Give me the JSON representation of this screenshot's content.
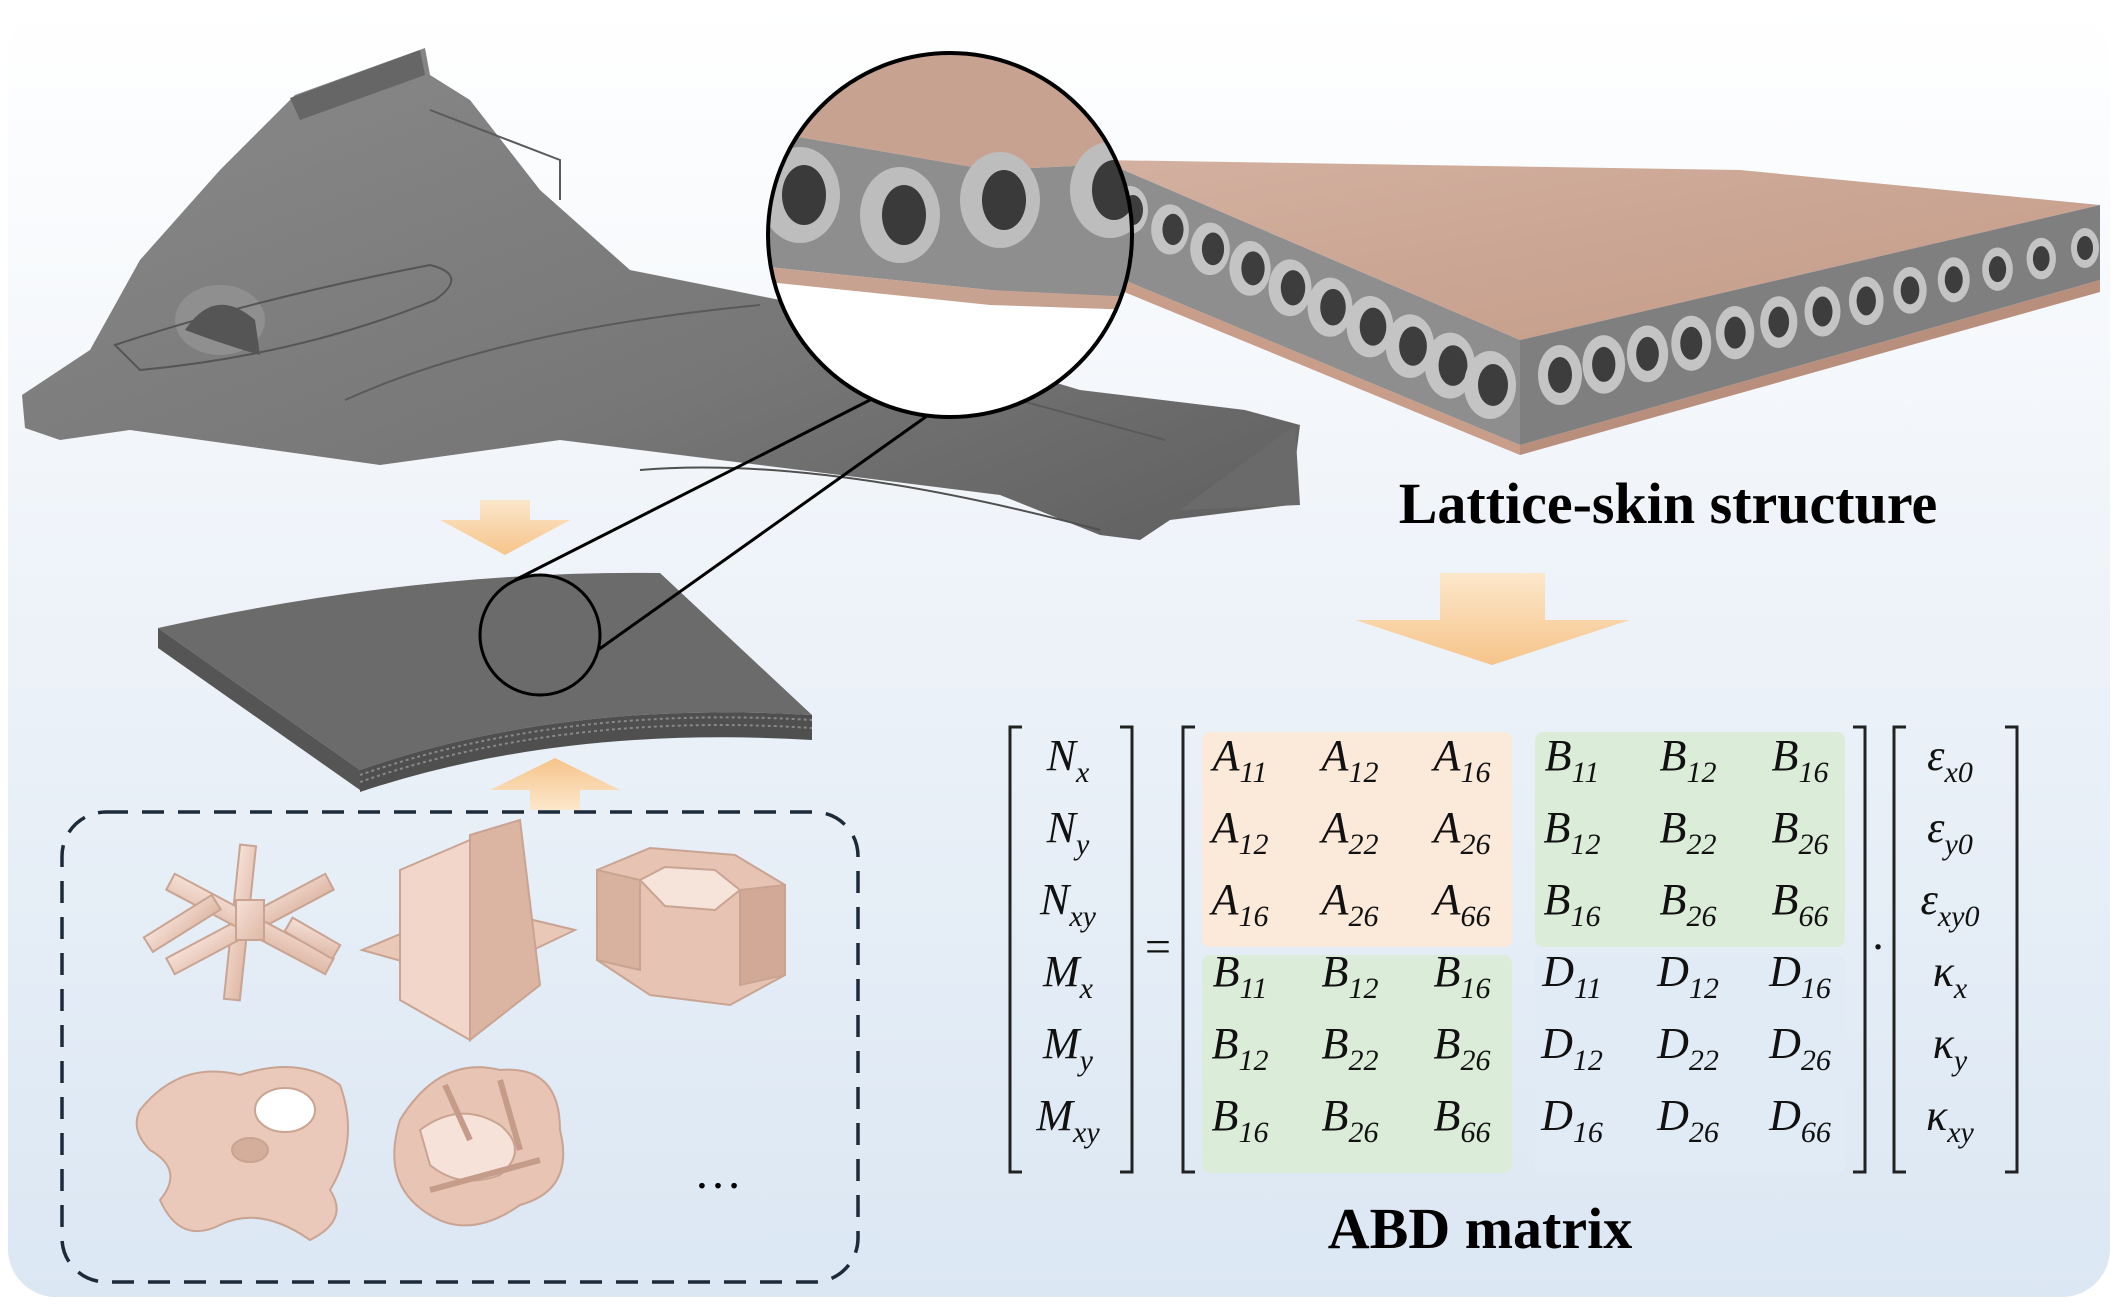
{
  "labels": {
    "lattice_title": "Lattice-skin structure",
    "abd_title": "ABD matrix",
    "ellipsis": "…",
    "equals": "=",
    "dot": "·"
  },
  "abd": {
    "force_vector": [
      {
        "base": "N",
        "sub": "x"
      },
      {
        "base": "N",
        "sub": "y"
      },
      {
        "base": "N",
        "sub": "xy"
      },
      {
        "base": "M",
        "sub": "x"
      },
      {
        "base": "M",
        "sub": "y"
      },
      {
        "base": "M",
        "sub": "xy"
      }
    ],
    "matrix": [
      [
        {
          "b": "A",
          "s": "11"
        },
        {
          "b": "A",
          "s": "12"
        },
        {
          "b": "A",
          "s": "16"
        },
        {
          "b": "B",
          "s": "11"
        },
        {
          "b": "B",
          "s": "12"
        },
        {
          "b": "B",
          "s": "16"
        }
      ],
      [
        {
          "b": "A",
          "s": "12"
        },
        {
          "b": "A",
          "s": "22"
        },
        {
          "b": "A",
          "s": "26"
        },
        {
          "b": "B",
          "s": "12"
        },
        {
          "b": "B",
          "s": "22"
        },
        {
          "b": "B",
          "s": "26"
        }
      ],
      [
        {
          "b": "A",
          "s": "16"
        },
        {
          "b": "A",
          "s": "26"
        },
        {
          "b": "A",
          "s": "66"
        },
        {
          "b": "B",
          "s": "16"
        },
        {
          "b": "B",
          "s": "26"
        },
        {
          "b": "B",
          "s": "66"
        }
      ],
      [
        {
          "b": "B",
          "s": "11"
        },
        {
          "b": "B",
          "s": "12"
        },
        {
          "b": "B",
          "s": "16"
        },
        {
          "b": "D",
          "s": "11"
        },
        {
          "b": "D",
          "s": "12"
        },
        {
          "b": "D",
          "s": "16"
        }
      ],
      [
        {
          "b": "B",
          "s": "12"
        },
        {
          "b": "B",
          "s": "22"
        },
        {
          "b": "B",
          "s": "26"
        },
        {
          "b": "D",
          "s": "12"
        },
        {
          "b": "D",
          "s": "22"
        },
        {
          "b": "D",
          "s": "26"
        }
      ],
      [
        {
          "b": "B",
          "s": "16"
        },
        {
          "b": "B",
          "s": "26"
        },
        {
          "b": "B",
          "s": "66"
        },
        {
          "b": "D",
          "s": "16"
        },
        {
          "b": "D",
          "s": "26"
        },
        {
          "b": "D",
          "s": "66"
        }
      ]
    ],
    "strain_vector": [
      {
        "base": "ε",
        "sub": "x0"
      },
      {
        "base": "ε",
        "sub": "y0"
      },
      {
        "base": "ε",
        "sub": "xy0"
      },
      {
        "base": "κ",
        "sub": "x"
      },
      {
        "base": "κ",
        "sub": "y"
      },
      {
        "base": "κ",
        "sub": "xy"
      }
    ]
  },
  "colors": {
    "a_block": "#fbe9d9",
    "b_block": "#dbedd9",
    "d_block": "#e1ebf6",
    "arrow": "#f6c88d",
    "skin": "#cfaa98",
    "aircraft": "#7b7b7b",
    "lattice": "#9a9a9a",
    "unit_cell": "#efcfc0"
  }
}
